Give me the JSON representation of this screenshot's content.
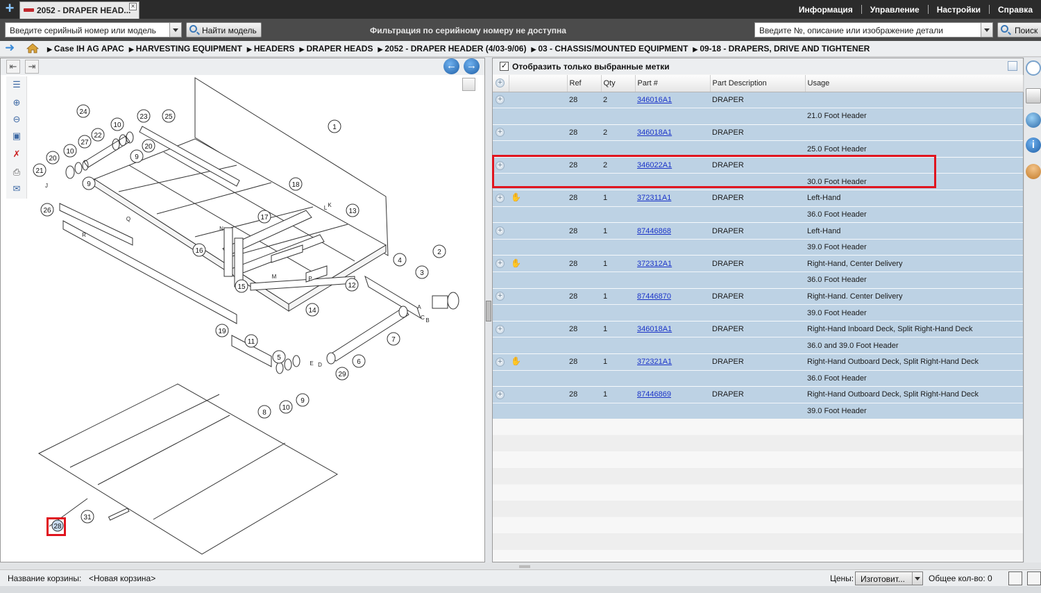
{
  "app": {
    "tab_title": "2052 - DRAPER HEAD...",
    "menu": [
      "Информация",
      "Управление",
      "Настройки",
      "Справка"
    ]
  },
  "search": {
    "serial_placeholder": "Введите серийный номер или модель",
    "find_model_label": "Найти модель",
    "filter_status": "Фильтрация по серийному номеру не доступна",
    "part_placeholder": "Введите №, описание или изображение детали",
    "search_label": "Поиск"
  },
  "breadcrumb": [
    "Case IH AG APAC",
    "HARVESTING EQUIPMENT",
    "HEADERS",
    "DRAPER HEADS",
    "2052 - DRAPER HEADER (4/03-9/06)",
    "03 - CHASSIS/MOUNTED EQUIPMENT",
    "09-18 - DRAPERS, DRIVE AND TIGHTENER"
  ],
  "parts_panel": {
    "show_selected_label": "Отобразить только выбранные метки",
    "show_selected_checked": true,
    "columns": [
      "",
      "",
      "Ref",
      "Qty",
      "Part #",
      "Part Description",
      "Usage"
    ],
    "rows": [
      {
        "ref": "28",
        "qty": "2",
        "part": "346016A1",
        "desc": "DRAPER",
        "usage": "",
        "note": "21.0 Foot Header",
        "hand": false
      },
      {
        "ref": "28",
        "qty": "2",
        "part": "346018A1",
        "desc": "DRAPER",
        "usage": "",
        "note": "25.0 Foot Header",
        "hand": false
      },
      {
        "ref": "28",
        "qty": "2",
        "part": "346022A1",
        "desc": "DRAPER",
        "usage": "",
        "note": "30.0 Foot Header",
        "hand": false
      },
      {
        "ref": "28",
        "qty": "1",
        "part": "372311A1",
        "desc": "DRAPER",
        "usage": "Left-Hand",
        "note": "36.0 Foot Header",
        "hand": true
      },
      {
        "ref": "28",
        "qty": "1",
        "part": "87446868",
        "desc": "DRAPER",
        "usage": "Left-Hand",
        "note": "39.0 Foot Header",
        "hand": false
      },
      {
        "ref": "28",
        "qty": "1",
        "part": "372312A1",
        "desc": "DRAPER",
        "usage": "Right-Hand, Center Delivery",
        "note": "36.0 Foot Header",
        "hand": true
      },
      {
        "ref": "28",
        "qty": "1",
        "part": "87446870",
        "desc": "DRAPER",
        "usage": "Right-Hand. Center Delivery",
        "note": "39.0 Foot Header",
        "hand": false
      },
      {
        "ref": "28",
        "qty": "1",
        "part": "346018A1",
        "desc": "DRAPER",
        "usage": "Right-Hand Inboard Deck, Split Right-Hand Deck",
        "note": "36.0 and 39.0 Foot Header",
        "hand": false
      },
      {
        "ref": "28",
        "qty": "1",
        "part": "372321A1",
        "desc": "DRAPER",
        "usage": "Right-Hand Outboard Deck, Split Right-Hand Deck",
        "note": "36.0 Foot Header",
        "hand": true
      },
      {
        "ref": "28",
        "qty": "1",
        "part": "87446869",
        "desc": "DRAPER",
        "usage": "Right-Hand Outboard Deck, Split Right-Hand Deck",
        "note": "39.0 Foot Header",
        "hand": false
      }
    ]
  },
  "diagram": {
    "callouts": [
      "1",
      "2",
      "3",
      "4",
      "5",
      "6",
      "7",
      "8",
      "9",
      "10",
      "11",
      "12",
      "13",
      "14",
      "15",
      "16",
      "17",
      "18",
      "19",
      "20",
      "21",
      "22",
      "23",
      "24",
      "25",
      "26",
      "27",
      "28",
      "29",
      "31"
    ],
    "selected_callout": "28",
    "letters": [
      "A",
      "B",
      "C",
      "D",
      "E",
      "J",
      "K",
      "L",
      "M",
      "N",
      "P",
      "Q",
      "R"
    ]
  },
  "footer": {
    "basket_label": "Название корзины:",
    "basket_value": "<Новая корзина>",
    "prices_label": "Цены:",
    "prices_value": "Изготовит...",
    "total_qty": "Общее кол-во: 0"
  },
  "colors": {
    "row_bg": "#bdd2e4",
    "highlight": "#e0141e",
    "link": "#1a33c8"
  }
}
